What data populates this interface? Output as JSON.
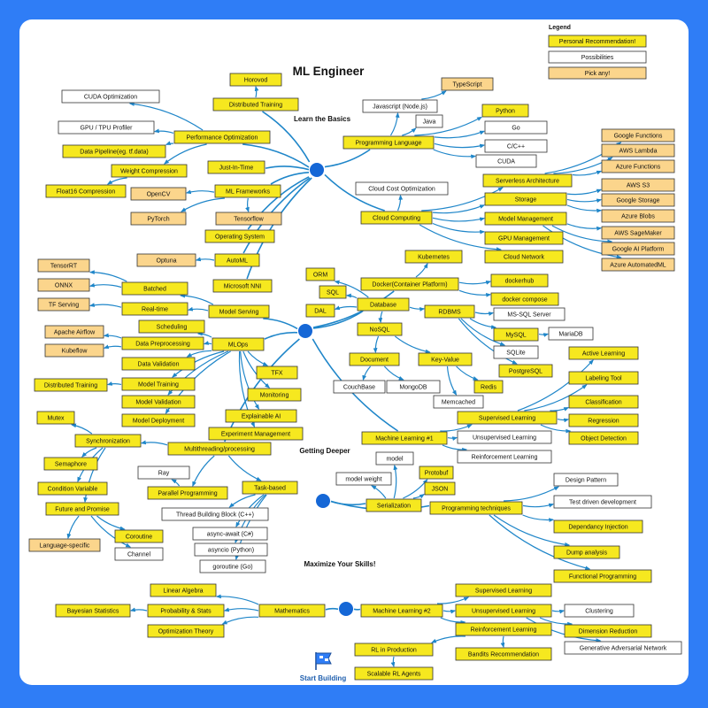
{
  "title": "ML Engineer",
  "legend": {
    "heading": "Legend",
    "items": [
      {
        "id": "lg1",
        "label": "Personal Recommendation!",
        "kind": "y"
      },
      {
        "id": "lg2",
        "label": "Possibilities",
        "kind": "w"
      },
      {
        "id": "lg3",
        "label": "Pick any!",
        "kind": "o"
      }
    ]
  },
  "section_labels": [
    {
      "id": "s1",
      "text": "Learn the Basics"
    },
    {
      "id": "s2",
      "text": "Getting Deeper"
    },
    {
      "id": "s3",
      "text": "Maximize Your Skills!"
    },
    {
      "id": "s4",
      "text": "Start Building"
    }
  ],
  "nodes": [
    {
      "id": "horovod",
      "text": "Horovod",
      "kind": "y"
    },
    {
      "id": "disttrain",
      "text": "Distributed Training",
      "kind": "y"
    },
    {
      "id": "cudaopt",
      "text": "CUDA Optimization",
      "kind": "w"
    },
    {
      "id": "gpuprof",
      "text": "GPU / TPU Profiler",
      "kind": "w"
    },
    {
      "id": "perfopt",
      "text": "Performance Optimization",
      "kind": "y"
    },
    {
      "id": "datapipe",
      "text": "Data Pipeline(eg. tf.data)",
      "kind": "y"
    },
    {
      "id": "jit",
      "text": "Just-In-Time",
      "kind": "y"
    },
    {
      "id": "weightcomp",
      "text": "Weight Compression",
      "kind": "y"
    },
    {
      "id": "float16",
      "text": "Float16 Compression",
      "kind": "y"
    },
    {
      "id": "opencv",
      "text": "OpenCV",
      "kind": "o"
    },
    {
      "id": "mlframe",
      "text": "ML Frameworks",
      "kind": "y"
    },
    {
      "id": "pytorch",
      "text": "PyTorch",
      "kind": "o"
    },
    {
      "id": "tensorflow",
      "text": "Tensorflow",
      "kind": "o"
    },
    {
      "id": "os",
      "text": "Operating System",
      "kind": "y"
    },
    {
      "id": "typescript",
      "text": "TypeScript",
      "kind": "o"
    },
    {
      "id": "javascript",
      "text": "Javascript (Node.js)",
      "kind": "w"
    },
    {
      "id": "java",
      "text": "Java",
      "kind": "w"
    },
    {
      "id": "python",
      "text": "Python",
      "kind": "y"
    },
    {
      "id": "proglang",
      "text": "Programming Language",
      "kind": "y"
    },
    {
      "id": "go",
      "text": "Go",
      "kind": "w"
    },
    {
      "id": "cpp",
      "text": "C/C++",
      "kind": "w"
    },
    {
      "id": "cuda",
      "text": "CUDA",
      "kind": "w"
    },
    {
      "id": "gfunc",
      "text": "Google Functions",
      "kind": "o"
    },
    {
      "id": "lambda",
      "text": "AWS Lambda",
      "kind": "o"
    },
    {
      "id": "azfunc",
      "text": "Azure Functions",
      "kind": "o"
    },
    {
      "id": "cloudcost",
      "text": "Cloud Cost Optimization",
      "kind": "w"
    },
    {
      "id": "serverless",
      "text": "Serverless Architecture",
      "kind": "y"
    },
    {
      "id": "s3",
      "text": "AWS S3",
      "kind": "o"
    },
    {
      "id": "storage",
      "text": "Storage",
      "kind": "y"
    },
    {
      "id": "gstorage",
      "text": "Google Storage",
      "kind": "o"
    },
    {
      "id": "cloud",
      "text": "Cloud Computing",
      "kind": "y"
    },
    {
      "id": "modelmgmt",
      "text": "Model Management",
      "kind": "y"
    },
    {
      "id": "azblob",
      "text": "Azure Blobs",
      "kind": "o"
    },
    {
      "id": "gpumgmt",
      "text": "GPU Management",
      "kind": "y"
    },
    {
      "id": "sagemaker",
      "text": "AWS SageMaker",
      "kind": "o"
    },
    {
      "id": "cloudnet",
      "text": "Cloud Network",
      "kind": "y"
    },
    {
      "id": "gai",
      "text": "Google AI Platform",
      "kind": "o"
    },
    {
      "id": "azml",
      "text": "Azure AutomatedML",
      "kind": "o"
    },
    {
      "id": "tensorrt",
      "text": "TensorRT",
      "kind": "o"
    },
    {
      "id": "optuna",
      "text": "Optuna",
      "kind": "o"
    },
    {
      "id": "automl",
      "text": "AutoML",
      "kind": "y"
    },
    {
      "id": "onnx",
      "text": "ONNX",
      "kind": "o"
    },
    {
      "id": "nni",
      "text": "Microsoft NNI",
      "kind": "y"
    },
    {
      "id": "batched",
      "text": "Batched",
      "kind": "y"
    },
    {
      "id": "tfserving",
      "text": "TF Serving",
      "kind": "o"
    },
    {
      "id": "realtime",
      "text": "Real-time",
      "kind": "y"
    },
    {
      "id": "serving",
      "text": "Model Serving",
      "kind": "y"
    },
    {
      "id": "scheduling",
      "text": "Scheduling",
      "kind": "y"
    },
    {
      "id": "airflow",
      "text": "Apache Airflow",
      "kind": "o"
    },
    {
      "id": "dataprep",
      "text": "Data Preprocessing",
      "kind": "y"
    },
    {
      "id": "mlops",
      "text": "MLOps",
      "kind": "y"
    },
    {
      "id": "kubeflow",
      "text": "Kubeflow",
      "kind": "o"
    },
    {
      "id": "datavalid",
      "text": "Data Validation",
      "kind": "y"
    },
    {
      "id": "tfx",
      "text": "TFX",
      "kind": "y"
    },
    {
      "id": "disttrain2",
      "text": "Distributed Training",
      "kind": "y"
    },
    {
      "id": "modeltrain",
      "text": "Model Training",
      "kind": "y"
    },
    {
      "id": "monitoring",
      "text": "Monitoring",
      "kind": "y"
    },
    {
      "id": "modelvalid",
      "text": "Model Validation",
      "kind": "y"
    },
    {
      "id": "explain",
      "text": "Explainable AI",
      "kind": "y"
    },
    {
      "id": "deploy",
      "text": "Model Deployment",
      "kind": "y"
    },
    {
      "id": "expmgmt",
      "text": "Experiment Management",
      "kind": "y"
    },
    {
      "id": "kubernetes",
      "text": "Kubernetes",
      "kind": "y"
    },
    {
      "id": "orm",
      "text": "ORM",
      "kind": "y"
    },
    {
      "id": "docker",
      "text": "Docker(Container Platform)",
      "kind": "y"
    },
    {
      "id": "dockerhub",
      "text": "dockerhub",
      "kind": "y"
    },
    {
      "id": "sql",
      "text": "SQL",
      "kind": "y"
    },
    {
      "id": "compose",
      "text": "docker compose",
      "kind": "y"
    },
    {
      "id": "dal",
      "text": "DAL",
      "kind": "y"
    },
    {
      "id": "database",
      "text": "Database",
      "kind": "y"
    },
    {
      "id": "rdbms",
      "text": "RDBMS",
      "kind": "y"
    },
    {
      "id": "mssql",
      "text": "MS-SQL Server",
      "kind": "w"
    },
    {
      "id": "nosql",
      "text": "NoSQL",
      "kind": "y"
    },
    {
      "id": "mysql",
      "text": "MySQL",
      "kind": "y"
    },
    {
      "id": "mariadb",
      "text": "MariaDB",
      "kind": "w"
    },
    {
      "id": "sqlite",
      "text": "SQLite",
      "kind": "w"
    },
    {
      "id": "document",
      "text": "Document",
      "kind": "y"
    },
    {
      "id": "keyvalue",
      "text": "Key-Value",
      "kind": "y"
    },
    {
      "id": "postgres",
      "text": "PostgreSQL",
      "kind": "y"
    },
    {
      "id": "couchbase",
      "text": "CouchBase",
      "kind": "w"
    },
    {
      "id": "mongodb",
      "text": "MongoDB",
      "kind": "w"
    },
    {
      "id": "redis",
      "text": "Redis",
      "kind": "y"
    },
    {
      "id": "memcached",
      "text": "Memcached",
      "kind": "w"
    },
    {
      "id": "activelearn",
      "text": "Active Learning",
      "kind": "y"
    },
    {
      "id": "labeling",
      "text": "Labeling Tool",
      "kind": "y"
    },
    {
      "id": "classif",
      "text": "Classification",
      "kind": "y"
    },
    {
      "id": "suplearn",
      "text": "Supervised Learning",
      "kind": "y"
    },
    {
      "id": "regression",
      "text": "Regression",
      "kind": "y"
    },
    {
      "id": "ml1",
      "text": "Machine Learning #1",
      "kind": "y"
    },
    {
      "id": "objdet",
      "text": "Object Detection",
      "kind": "y"
    },
    {
      "id": "unsup1",
      "text": "Unsupervised Learning",
      "kind": "w"
    },
    {
      "id": "reinf1",
      "text": "Reinforcement Learning",
      "kind": "w"
    },
    {
      "id": "mutex",
      "text": "Mutex",
      "kind": "y"
    },
    {
      "id": "sync",
      "text": "Synchronization",
      "kind": "y"
    },
    {
      "id": "multithread",
      "text": "Multithreading/processing",
      "kind": "y"
    },
    {
      "id": "semaphore",
      "text": "Semaphore",
      "kind": "y"
    },
    {
      "id": "ray",
      "text": "Ray",
      "kind": "w"
    },
    {
      "id": "condvar",
      "text": "Condition Variable",
      "kind": "y"
    },
    {
      "id": "parallel",
      "text": "Parallel Programming",
      "kind": "y"
    },
    {
      "id": "taskbased",
      "text": "Task-based",
      "kind": "y"
    },
    {
      "id": "future",
      "text": "Future and Promise",
      "kind": "y"
    },
    {
      "id": "tbb",
      "text": "Thread Building Block (C++)",
      "kind": "w"
    },
    {
      "id": "langspec",
      "text": "Language-specific",
      "kind": "o"
    },
    {
      "id": "coroutine",
      "text": "Coroutine",
      "kind": "y"
    },
    {
      "id": "asyncawait",
      "text": "async-await (C#)",
      "kind": "w"
    },
    {
      "id": "channel",
      "text": "Channel",
      "kind": "w"
    },
    {
      "id": "asyncio",
      "text": "asyncio (Python)",
      "kind": "w"
    },
    {
      "id": "goroutine",
      "text": "goroutine (Go)",
      "kind": "w"
    },
    {
      "id": "model",
      "text": "model",
      "kind": "w"
    },
    {
      "id": "protobuf",
      "text": "Protobuf",
      "kind": "y"
    },
    {
      "id": "modelweight",
      "text": "model weight",
      "kind": "w"
    },
    {
      "id": "json",
      "text": "JSON",
      "kind": "y"
    },
    {
      "id": "serialization",
      "text": "Serialization",
      "kind": "y"
    },
    {
      "id": "progtech",
      "text": "Programming techniques",
      "kind": "y"
    },
    {
      "id": "designpat",
      "text": "Design Pattern",
      "kind": "w"
    },
    {
      "id": "tdd",
      "text": "Test driven development",
      "kind": "w"
    },
    {
      "id": "depinj",
      "text": "Dependancy Injection",
      "kind": "y"
    },
    {
      "id": "dump",
      "text": "Dump analysis",
      "kind": "y"
    },
    {
      "id": "funcprog",
      "text": "Functional Programming",
      "kind": "y"
    },
    {
      "id": "linalg",
      "text": "Linear Algebra",
      "kind": "y"
    },
    {
      "id": "bayes",
      "text": "Bayesian Statistics",
      "kind": "y"
    },
    {
      "id": "probstat",
      "text": "Probability & Stats",
      "kind": "y"
    },
    {
      "id": "math",
      "text": "Mathematics",
      "kind": "y"
    },
    {
      "id": "optim",
      "text": "Optimization Theory",
      "kind": "y"
    },
    {
      "id": "sup2",
      "text": "Supervised Learning",
      "kind": "y"
    },
    {
      "id": "ml2",
      "text": "Machine Learning #2",
      "kind": "y"
    },
    {
      "id": "unsup2",
      "text": "Unsupervised Learning",
      "kind": "y"
    },
    {
      "id": "clustering",
      "text": "Clustering",
      "kind": "w"
    },
    {
      "id": "reinf2",
      "text": "Reinforcement Learning",
      "kind": "y"
    },
    {
      "id": "dimred",
      "text": "Dimension Reduction",
      "kind": "y"
    },
    {
      "id": "rlprod",
      "text": "RL in Production",
      "kind": "y"
    },
    {
      "id": "bandits",
      "text": "Bandits Recommendation",
      "kind": "y"
    },
    {
      "id": "gan",
      "text": "Generative Adversarial Network",
      "kind": "w"
    },
    {
      "id": "scalerl",
      "text": "Scalable RL Agents",
      "kind": "y"
    }
  ],
  "colors": {
    "yellow": "#f6e81f",
    "orange": "#fbd58c",
    "white": "#ffffff",
    "line": "#1f86c9",
    "hub": "#1567d6",
    "frame": "#2f7df6"
  },
  "icons": [
    "start-flag-icon"
  ]
}
